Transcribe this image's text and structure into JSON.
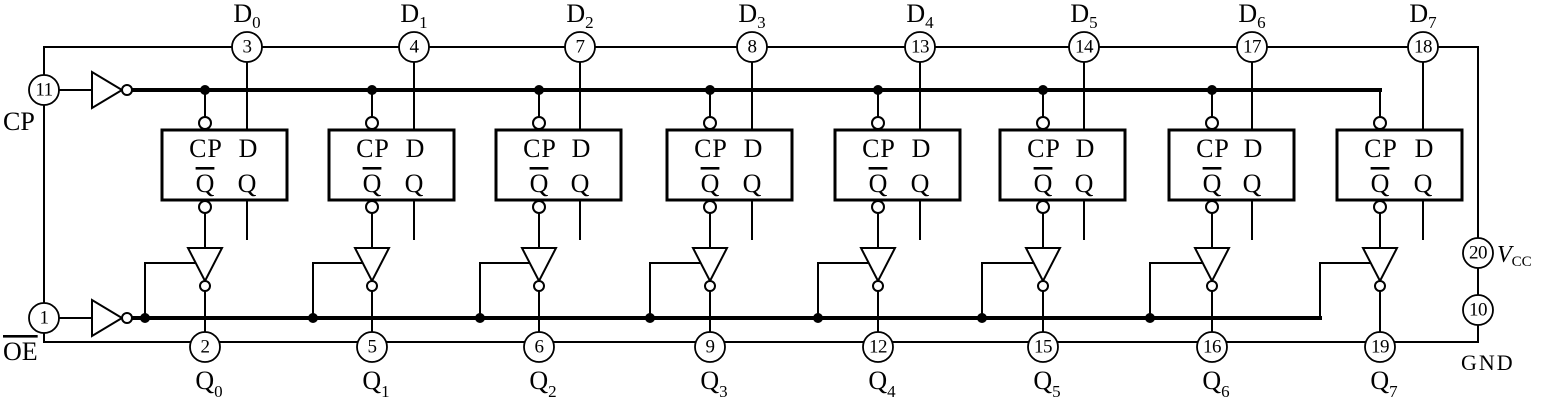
{
  "diagram": {
    "clock_input": {
      "pin": "11",
      "label": "CP"
    },
    "enable_input": {
      "pin": "1",
      "label": "OE"
    },
    "flip_flop_text": {
      "clock": "CP",
      "data": "D",
      "q_bar": "Q",
      "q": "Q"
    },
    "channels": [
      {
        "d_label": "D",
        "d_sub": "0",
        "d_pin": "3",
        "q_label": "Q",
        "q_sub": "0",
        "q_pin": "2"
      },
      {
        "d_label": "D",
        "d_sub": "1",
        "d_pin": "4",
        "q_label": "Q",
        "q_sub": "1",
        "q_pin": "5"
      },
      {
        "d_label": "D",
        "d_sub": "2",
        "d_pin": "7",
        "q_label": "Q",
        "q_sub": "2",
        "q_pin": "6"
      },
      {
        "d_label": "D",
        "d_sub": "3",
        "d_pin": "8",
        "q_label": "Q",
        "q_sub": "3",
        "q_pin": "9"
      },
      {
        "d_label": "D",
        "d_sub": "4",
        "d_pin": "13",
        "q_label": "Q",
        "q_sub": "4",
        "q_pin": "12"
      },
      {
        "d_label": "D",
        "d_sub": "5",
        "d_pin": "14",
        "q_label": "Q",
        "q_sub": "5",
        "q_pin": "15"
      },
      {
        "d_label": "D",
        "d_sub": "6",
        "d_pin": "17",
        "q_label": "Q",
        "q_sub": "6",
        "q_pin": "16"
      },
      {
        "d_label": "D",
        "d_sub": "7",
        "d_pin": "18",
        "q_label": "Q",
        "q_sub": "7",
        "q_pin": "19"
      }
    ],
    "power": {
      "pin": "20",
      "label": "V",
      "sub": "CC"
    },
    "ground": {
      "pin": "10",
      "label": "GND"
    }
  }
}
